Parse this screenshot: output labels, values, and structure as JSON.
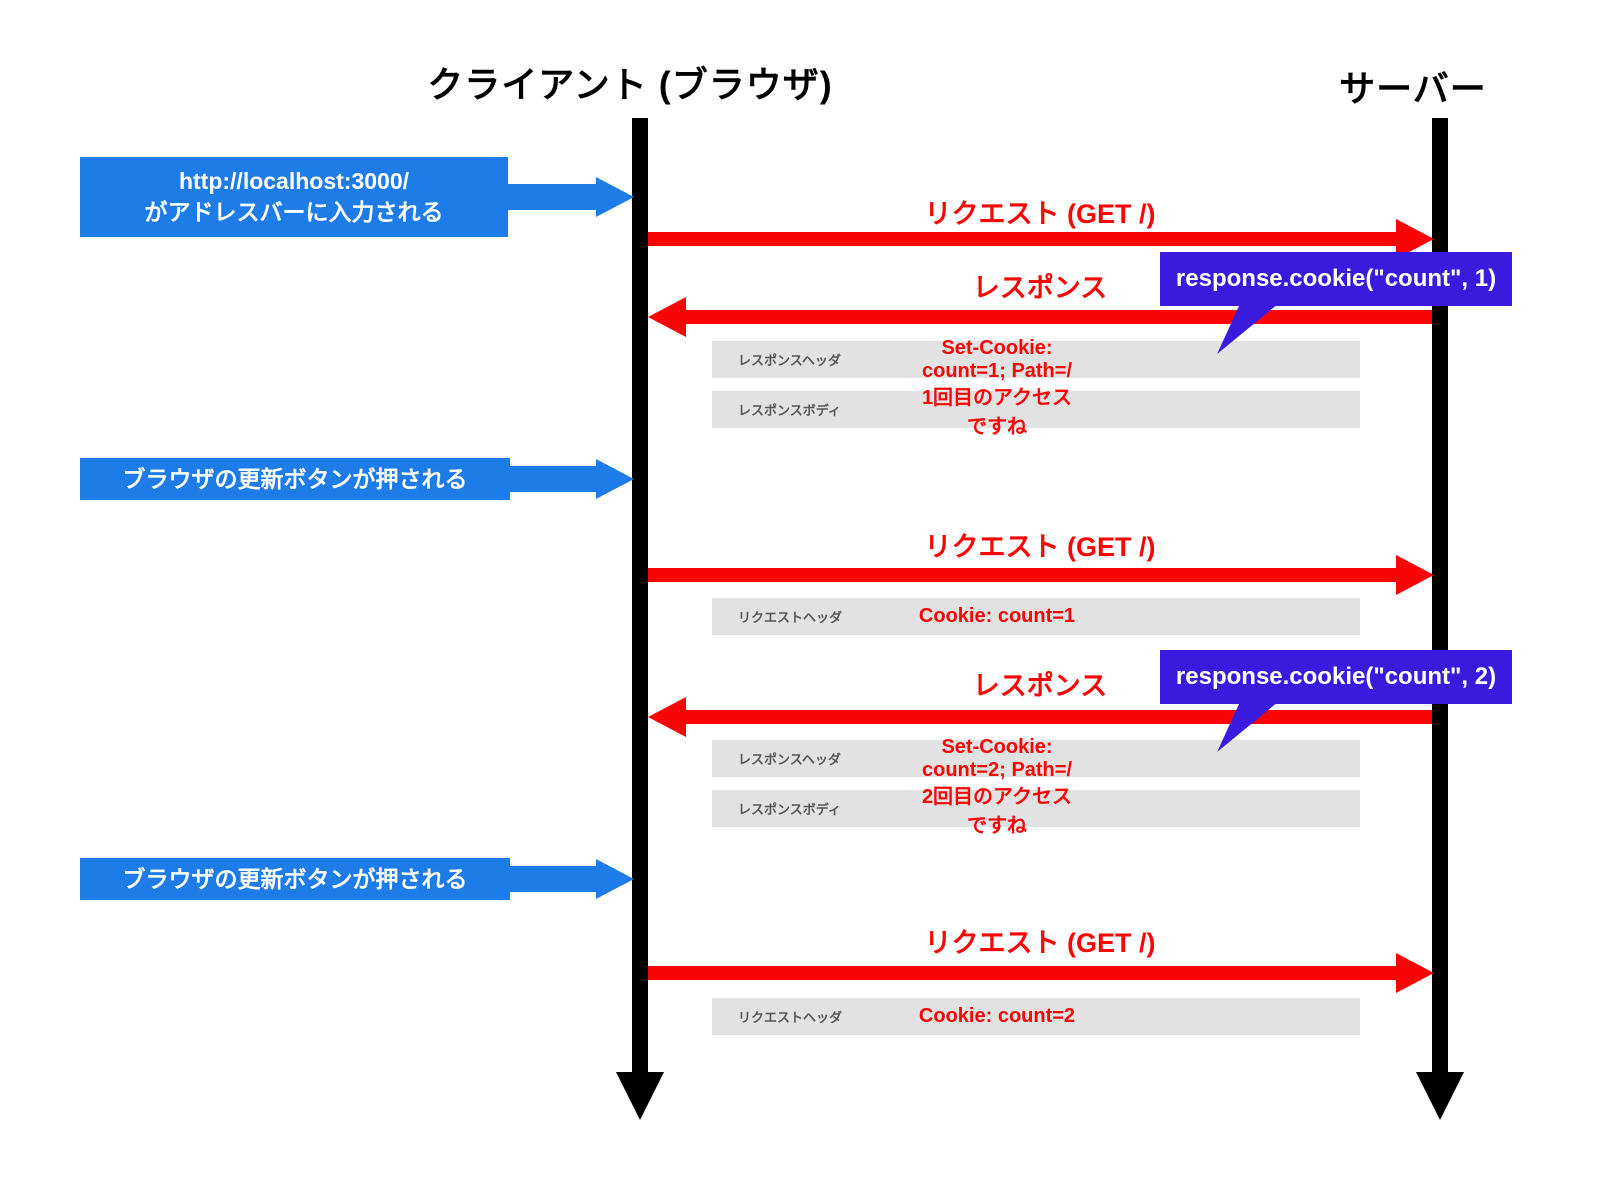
{
  "colors": {
    "action_blue": "#1d7ce8",
    "arrow_red": "#f80505",
    "callout_purple": "#3a1add",
    "detail_gray": "#e2e2e2",
    "detail_label_gray": "#55565a",
    "lifeline_black": "#000000"
  },
  "lifelines": {
    "client_label": "クライアント (ブラウザ)",
    "server_label": "サーバー"
  },
  "actions": [
    {
      "line1": "http://localhost:3000/",
      "line2": "がアドレスバーに入力される"
    },
    {
      "line1": "ブラウザの更新ボタンが押される"
    },
    {
      "line1": "ブラウザの更新ボタンが押される"
    }
  ],
  "messages": [
    {
      "label": "リクエスト (GET /)",
      "direction": "right"
    },
    {
      "label": "レスポンス",
      "direction": "left"
    },
    {
      "label": "リクエスト (GET /)",
      "direction": "right"
    },
    {
      "label": "レスポンス",
      "direction": "left"
    },
    {
      "label": "リクエスト (GET /)",
      "direction": "right"
    }
  ],
  "callouts": [
    {
      "code": "response.cookie(\"count\", 1)"
    },
    {
      "code": "response.cookie(\"count\", 2)"
    }
  ],
  "details": [
    {
      "label": "レスポンスヘッダ",
      "value": "Set-Cookie: count=1; Path=/"
    },
    {
      "label": "レスポンスボディ",
      "value": "1回目のアクセスですね"
    },
    {
      "label": "リクエストヘッダ",
      "value": "Cookie: count=1"
    },
    {
      "label": "レスポンスヘッダ",
      "value": "Set-Cookie: count=2; Path=/"
    },
    {
      "label": "レスポンスボディ",
      "value": "2回目のアクセスですね"
    },
    {
      "label": "リクエストヘッダ",
      "value": "Cookie: count=2"
    }
  ]
}
